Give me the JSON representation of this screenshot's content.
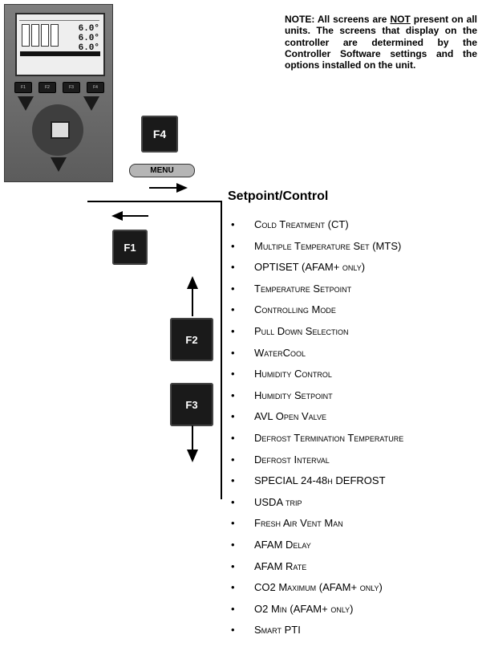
{
  "note": {
    "part1": "NOTE: All screens are ",
    "not": "NOT",
    "part2": " present on all units. The screens that display on the controller are determined by the Controller Software settings and the options installed on the unit."
  },
  "device": {
    "readouts": [
      "6.0°",
      "6.0°",
      "6.0°"
    ],
    "fkeys": [
      "F1",
      "F2",
      "F3",
      "F4"
    ]
  },
  "keys": {
    "f4": "F4",
    "menu": "MENU",
    "f1": "F1",
    "f2": "F2",
    "f3": "F3"
  },
  "list": {
    "heading": "Setpoint/Control",
    "bullet": "•",
    "items": [
      "Cold Treatment (CT)",
      "Multiple Temperature Set (MTS)",
      "OPTISET (AFAM+ only)",
      "Temperature Setpoint",
      "Controlling Mode",
      "Pull Down Selection",
      "WaterCool",
      "Humidity Control",
      "Humidity Setpoint",
      "AVL Open Valve",
      "Defrost Termination Temperature",
      "Defrost Interval",
      "SPECIAL 24-48h DEFROST",
      "USDA trip",
      "Fresh Air Vent Man",
      "AFAM Delay",
      "AFAM Rate",
      "CO2 Maximum (AFAM+ only)",
      "O2 Min (AFAM+ only)",
      "Smart PTI"
    ]
  }
}
